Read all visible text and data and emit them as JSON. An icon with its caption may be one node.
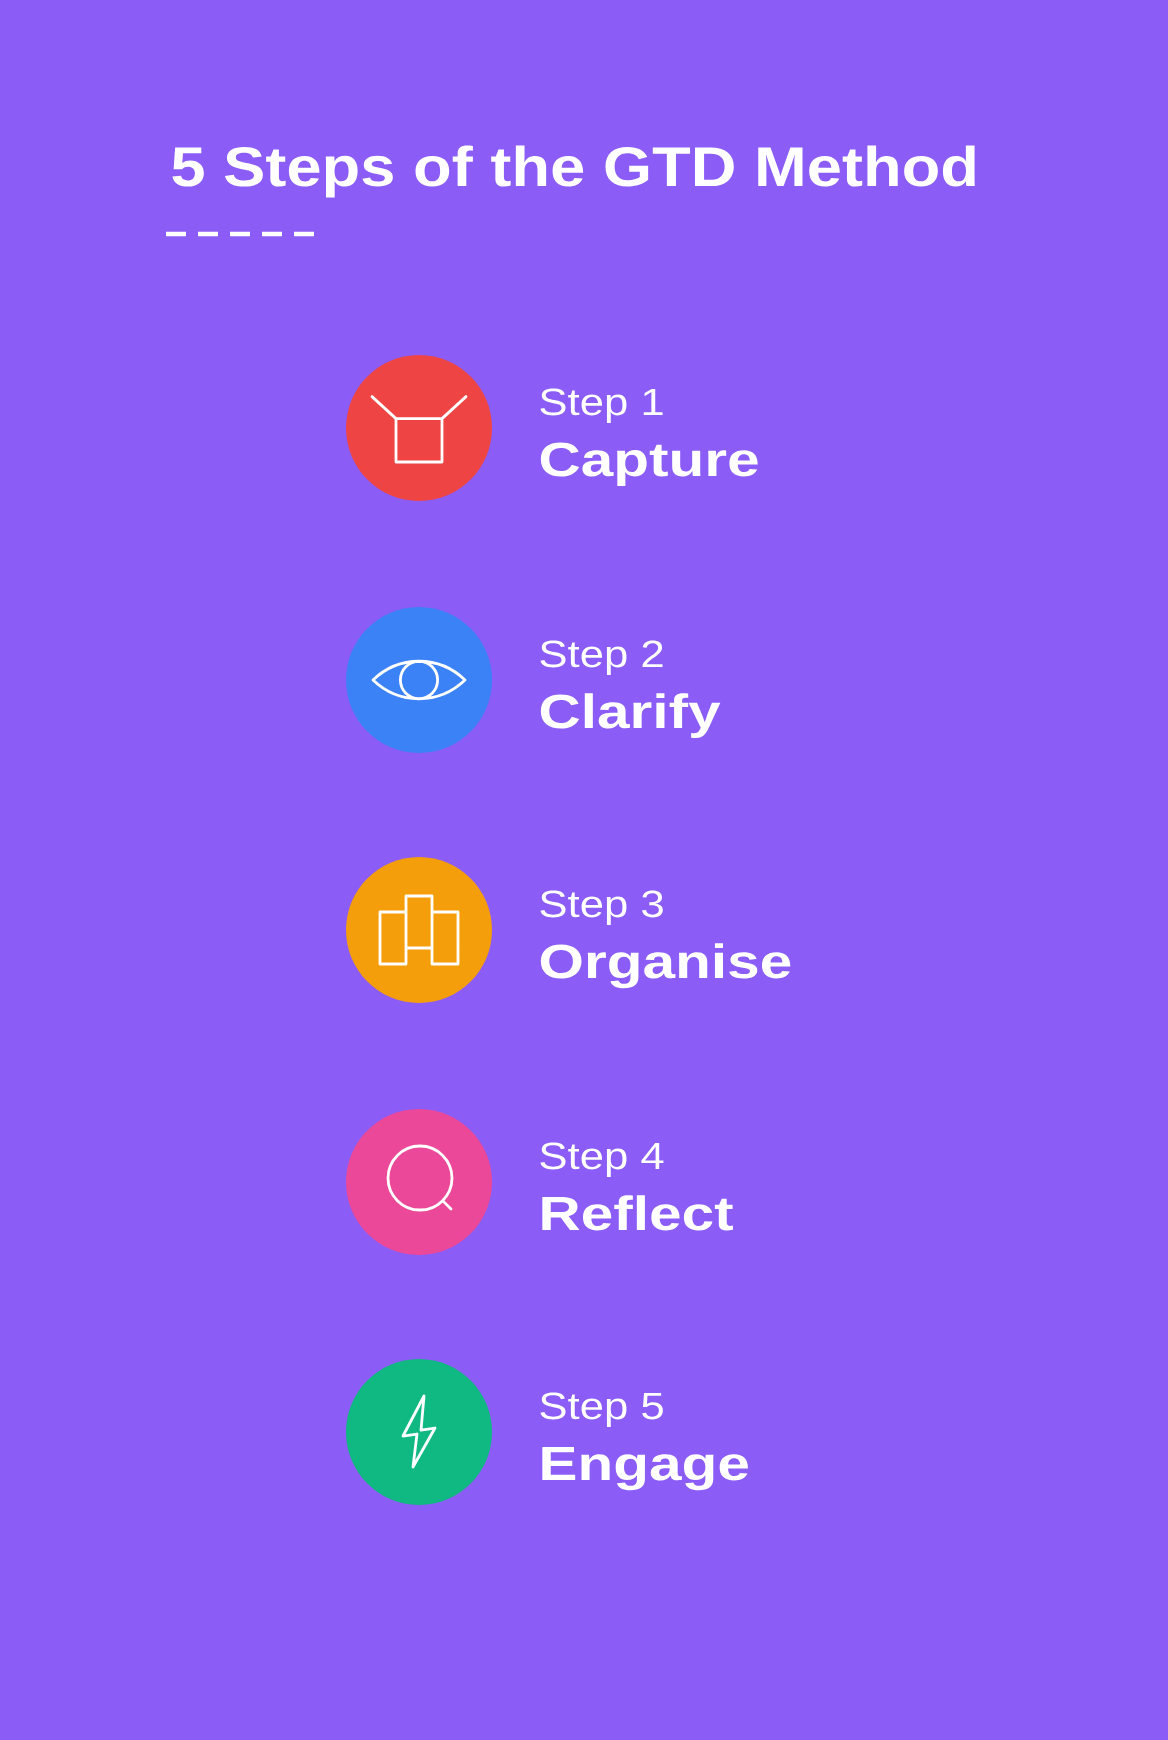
{
  "diagram": {
    "title": "5 Steps of the GTD Method",
    "nodes": [
      {
        "text": [],
        "shape": "circle",
        "beside": [
          "Step 1",
          "Capture"
        ]
      },
      {
        "text": [],
        "shape": "circle",
        "beside": [
          "Step 2",
          "Clarify"
        ]
      },
      {
        "text": [],
        "shape": "circle",
        "beside": [
          "Step 3",
          "Organise"
        ]
      },
      {
        "text": [],
        "shape": "circle",
        "beside": [
          "Step 4",
          "Reflect"
        ]
      },
      {
        "text": [],
        "shape": "circle",
        "beside": [
          "Step 5",
          "Engage"
        ]
      }
    ]
  }
}
